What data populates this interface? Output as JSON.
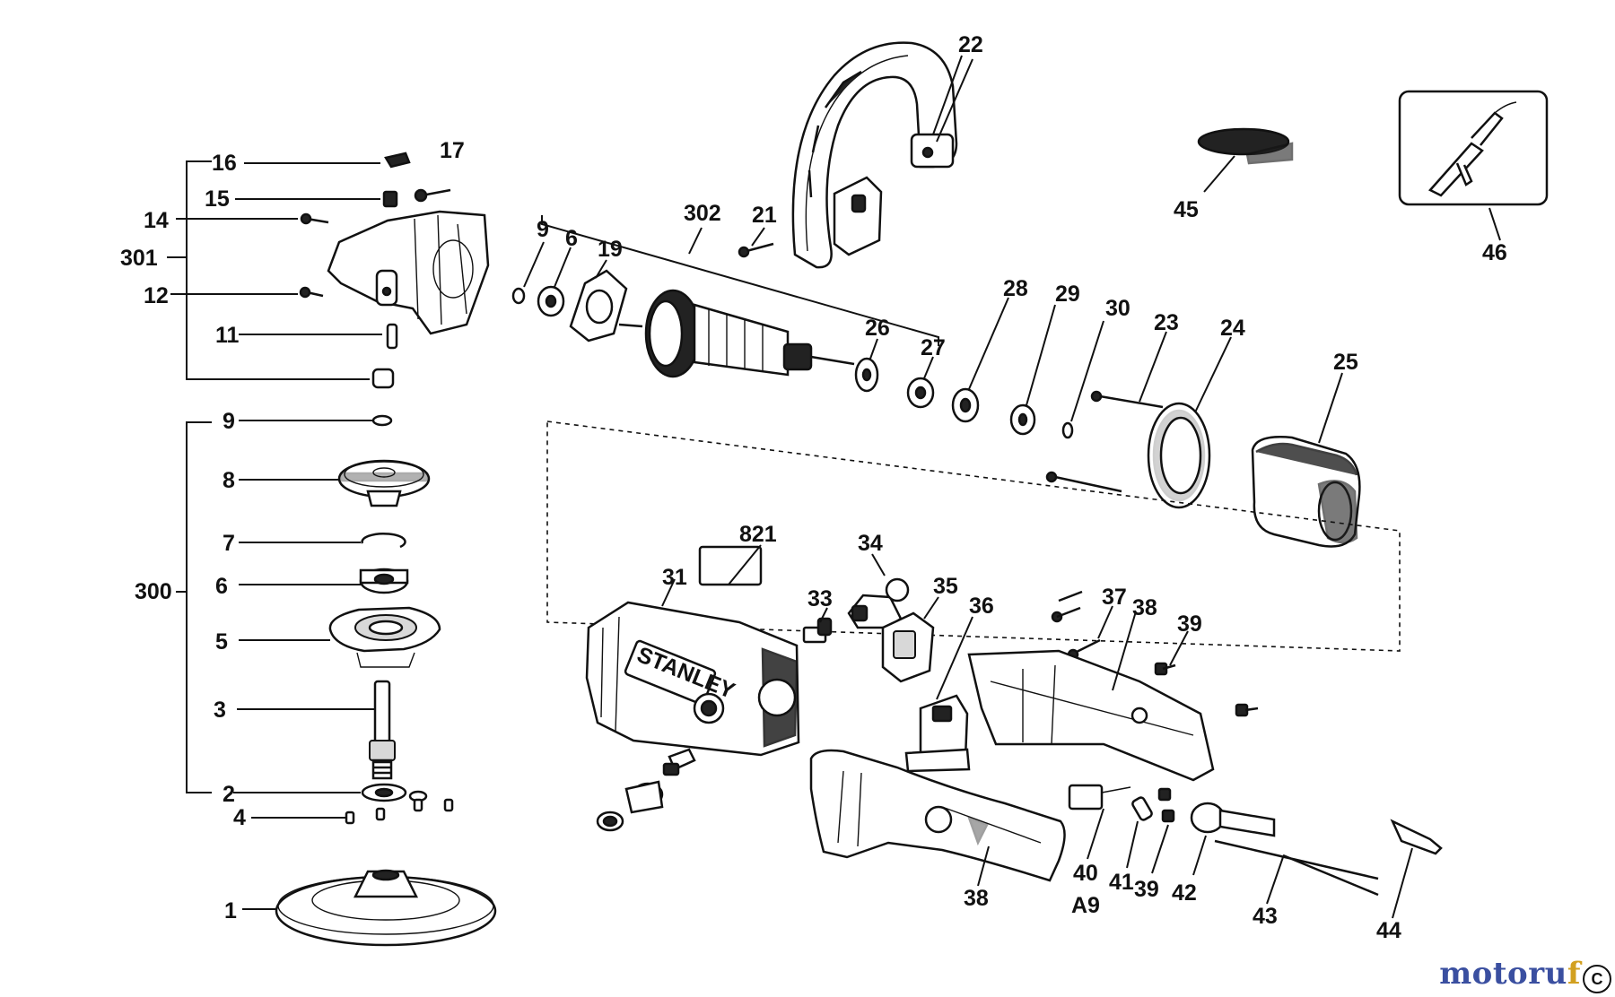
{
  "diagram": {
    "labels": {
      "p1": "1",
      "p2": "2",
      "p3": "3",
      "p4": "4",
      "p5": "5",
      "p6a": "6",
      "p6b": "6",
      "p7": "7",
      "p8": "8",
      "p9a": "9",
      "p9b": "9",
      "p11": "11",
      "p12": "12",
      "p14": "14",
      "p15": "15",
      "p16": "16",
      "p17": "17",
      "p19": "19",
      "p21": "21",
      "p22": "22",
      "p23": "23",
      "p24": "24",
      "p25": "25",
      "p26": "26",
      "p27": "27",
      "p28": "28",
      "p29": "29",
      "p30": "30",
      "p31": "31",
      "p33": "33",
      "p34": "34",
      "p35": "35",
      "p36": "36",
      "p37": "37",
      "p38a": "38",
      "p38b": "38",
      "p39a": "39",
      "p39b": "39",
      "p40": "40",
      "p41": "41",
      "p42": "42",
      "p43": "43",
      "p44": "44",
      "p45": "45",
      "p46": "46",
      "p300": "300",
      "p301": "301",
      "p302": "302",
      "p821": "821",
      "pA9": "A9"
    },
    "brand_on_housing": "STANLEY"
  },
  "watermark": {
    "part1": "motoru",
    "part2": "f"
  },
  "corner_badge": "C"
}
